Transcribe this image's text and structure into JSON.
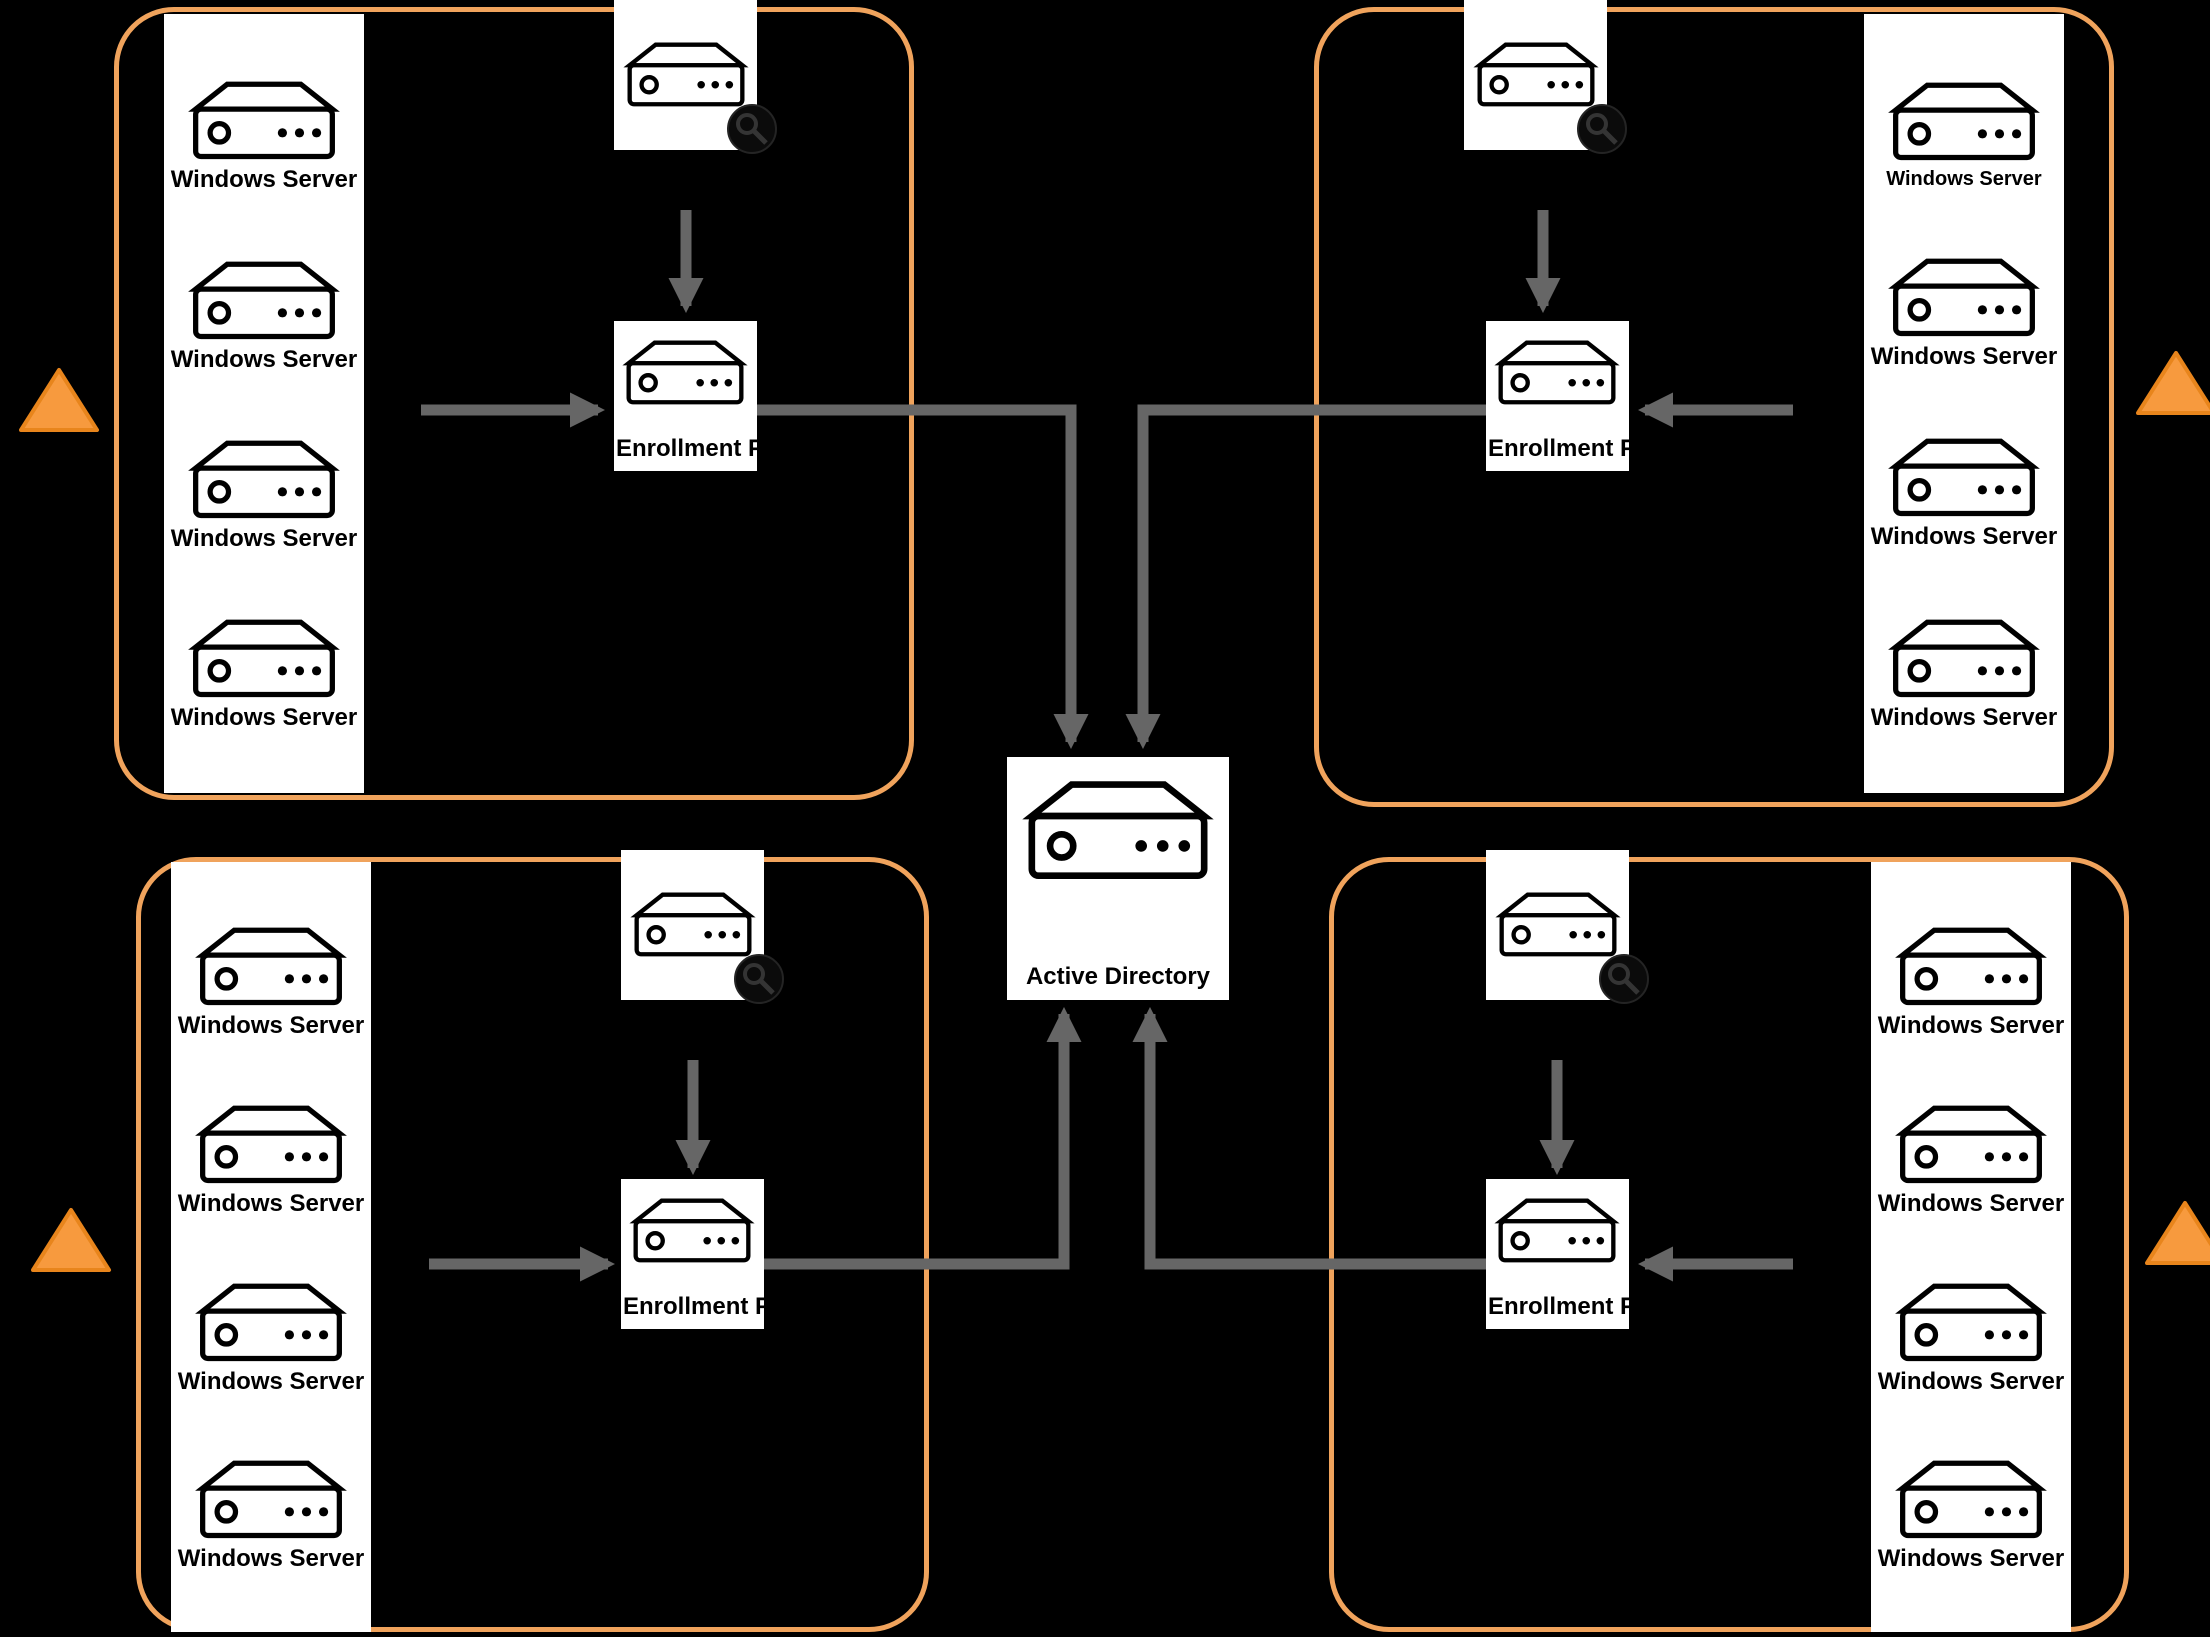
{
  "diagram": {
    "type": "network-architecture",
    "center_node": {
      "label": "Active Directory",
      "icon": "server-icon"
    },
    "quadrants": [
      {
        "name": "top-left",
        "enrollment_label": "Enrollment Point",
        "top_node_icon": "server-with-seal-badge",
        "servers": [
          "Windows Server",
          "Windows Server",
          "Windows Server",
          "Windows Server"
        ]
      },
      {
        "name": "top-right",
        "enrollment_label": "Enrollment Point",
        "top_node_icon": "server-with-seal-badge",
        "servers": [
          "Windows Server",
          "Windows Server",
          "Windows Server",
          "Windows Server"
        ]
      },
      {
        "name": "bottom-left",
        "enrollment_label": "Enrollment Point",
        "top_node_icon": "server-with-seal-badge",
        "servers": [
          "Windows Server",
          "Windows Server",
          "Windows Server",
          "Windows Server"
        ]
      },
      {
        "name": "bottom-right",
        "enrollment_label": "Enrollment Point",
        "top_node_icon": "server-with-seal-badge",
        "servers": [
          "Windows Server",
          "Windows Server",
          "Windows Server",
          "Windows Server"
        ]
      }
    ],
    "icons": {
      "server": "server-icon",
      "badge": "seal-badge-icon",
      "warning": "warning-triangle-icon"
    },
    "colors": {
      "boundary_orange": "#F0A35C",
      "triangle_fill": "#F79A3E",
      "triangle_stroke": "#E8851C",
      "arrow_gray": "#666666",
      "node_background": "#FFFFFF",
      "text": "#000000",
      "background": "#000000"
    }
  }
}
